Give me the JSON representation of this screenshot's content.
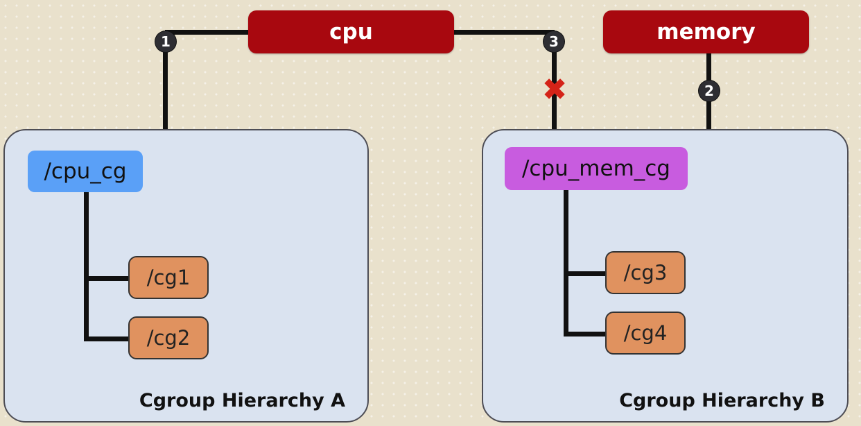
{
  "subsystems": {
    "cpu": "cpu",
    "memory": "memory"
  },
  "links": {
    "n1": "1",
    "n2": "2",
    "n3": "3"
  },
  "hierarchy_a": {
    "label": "Cgroup Hierarchy A",
    "root": "/cpu_cg",
    "children": [
      "/cg1",
      "/cg2"
    ],
    "root_color": "#5aa0f7"
  },
  "hierarchy_b": {
    "label": "Cgroup Hierarchy B",
    "root": "/cpu_mem_cg",
    "children": [
      "/cg3",
      "/cg4"
    ],
    "root_color": "#c85cdf"
  },
  "colors": {
    "subsystem": "#a8080f",
    "leaf": "#e0925f",
    "panel": "#dae3f0",
    "blocked": "#d42318"
  },
  "blocked_icon": "x-mark-icon"
}
